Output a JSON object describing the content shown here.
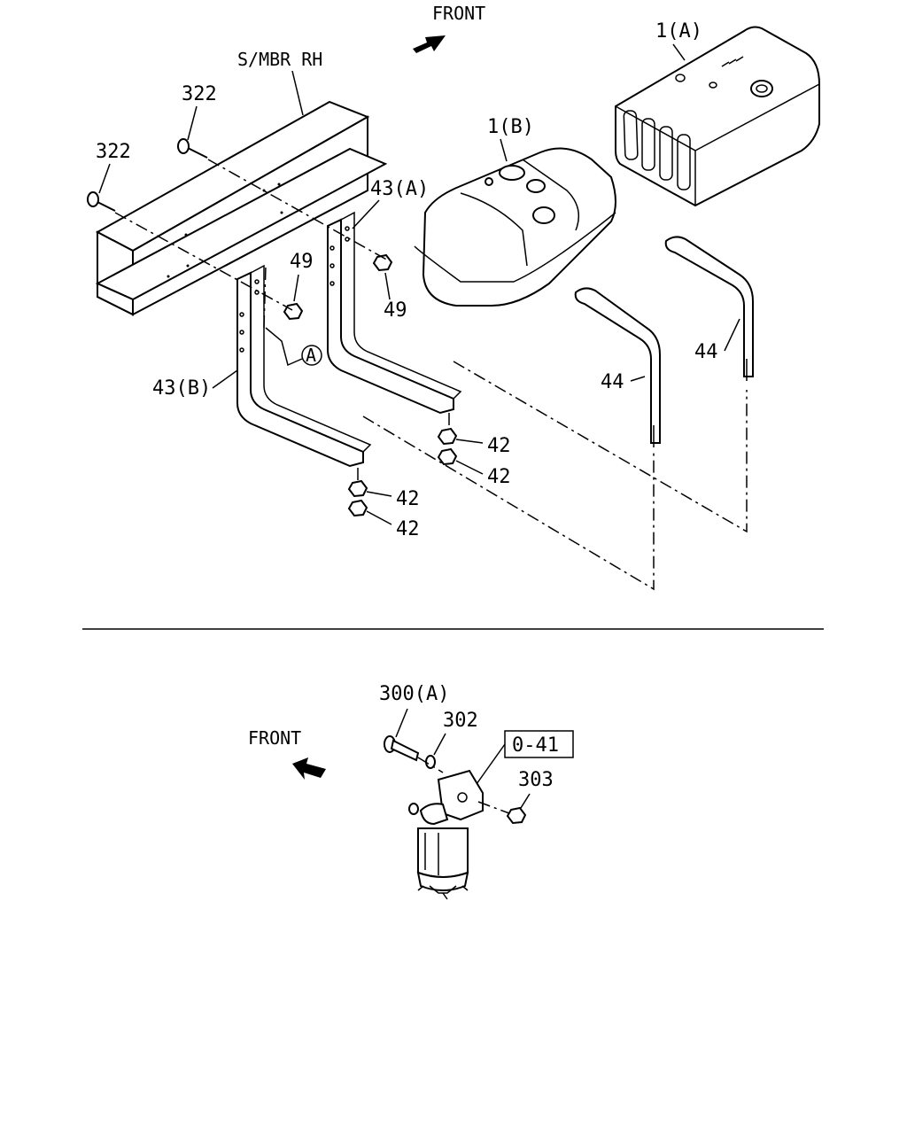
{
  "top": {
    "front_label": "FRONT",
    "frame_label": "S/MBR RH",
    "callouts": {
      "tank_a": "1(A)",
      "tank_b": "1(B)",
      "bolt_upper": "322",
      "bolt_lower": "322",
      "bracket_a": "43(A)",
      "bracket_b": "43(B)",
      "nut_49_upper": "49",
      "nut_49_lower": "49",
      "strap_left": "44",
      "strap_right": "44",
      "nut_42_1": "42",
      "nut_42_2": "42",
      "nut_42_3": "42",
      "nut_42_4": "42",
      "circle_ref": "A"
    }
  },
  "bottom": {
    "front_label": "FRONT",
    "callouts": {
      "bolt": "300(A)",
      "washer": "302",
      "ref_box": "0-41",
      "nut": "303"
    }
  }
}
